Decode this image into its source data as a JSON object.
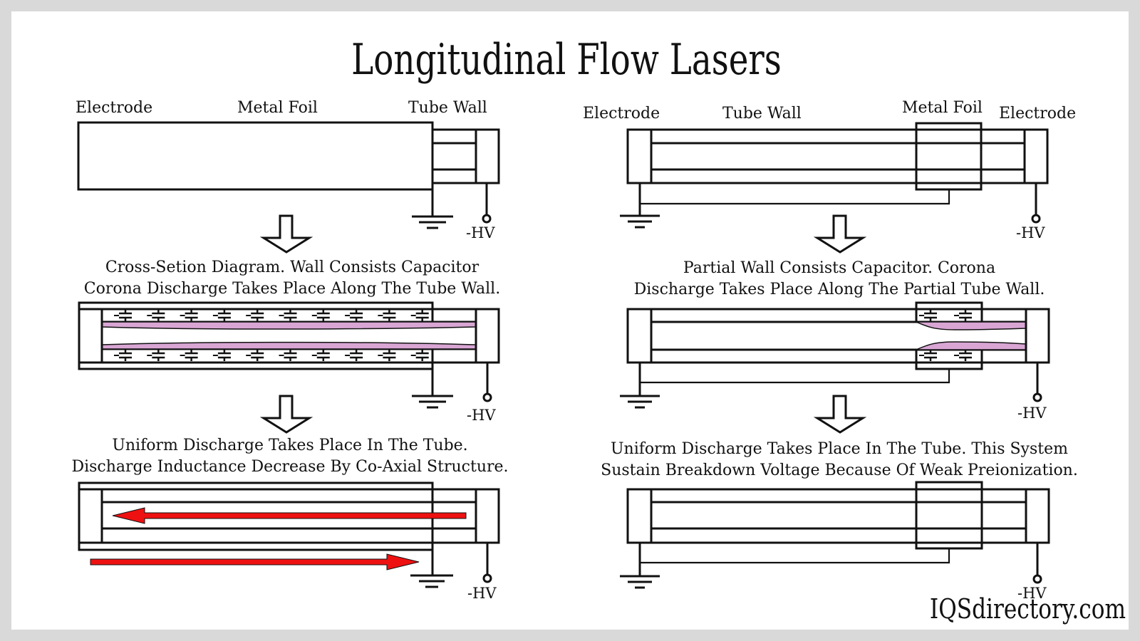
{
  "title": "Longitudinal Flow Lasers",
  "colors": {
    "tube_wall": "#f6d22c",
    "foil_edge": "#9a3497",
    "foil_center": "#cbcbe7",
    "glow": "#d9a6d4",
    "discharge": "#00f5f5",
    "arrow": "#ee1111",
    "outline": "#111111",
    "background": "#d9d9d9"
  },
  "left_column": {
    "diagram_1": {
      "labels": {
        "electrode": "Electrode",
        "metal_foil": "Metal Foil",
        "tube_wall": "Tube Wall"
      },
      "hv_label": "-HV"
    },
    "caption_1": [
      "Cross-Setion Diagram. Wall Consists Capacitor",
      "Corona Discharge Takes Place Along The Tube Wall."
    ],
    "diagram_2": {
      "hv_label": "-HV",
      "capacitor_count_per_wall": 10
    },
    "caption_2": [
      "Uniform Discharge Takes Place In The Tube.",
      "Discharge Inductance Decrease By Co-Axial Structure."
    ],
    "diagram_3": {
      "hv_label": "-HV"
    }
  },
  "right_column": {
    "diagram_1": {
      "labels": {
        "electrode_left": "Electrode",
        "tube_wall": "Tube Wall",
        "metal_foil": "Metal Foil",
        "electrode_right": "Electrode"
      },
      "hv_label": "-HV"
    },
    "caption_1": [
      "Partial Wall Consists Capacitor. Corona",
      "Discharge Takes Place Along The Partial Tube Wall."
    ],
    "diagram_2": {
      "hv_label": "-HV",
      "capacitor_count_per_wall": 2
    },
    "caption_2": [
      "Uniform Discharge Takes Place In The Tube. This System",
      "Sustain Breakdown Voltage Because Of Weak Preionization."
    ],
    "diagram_3": {
      "hv_label": "-HV"
    }
  },
  "watermark": "IQSdirectory.com"
}
